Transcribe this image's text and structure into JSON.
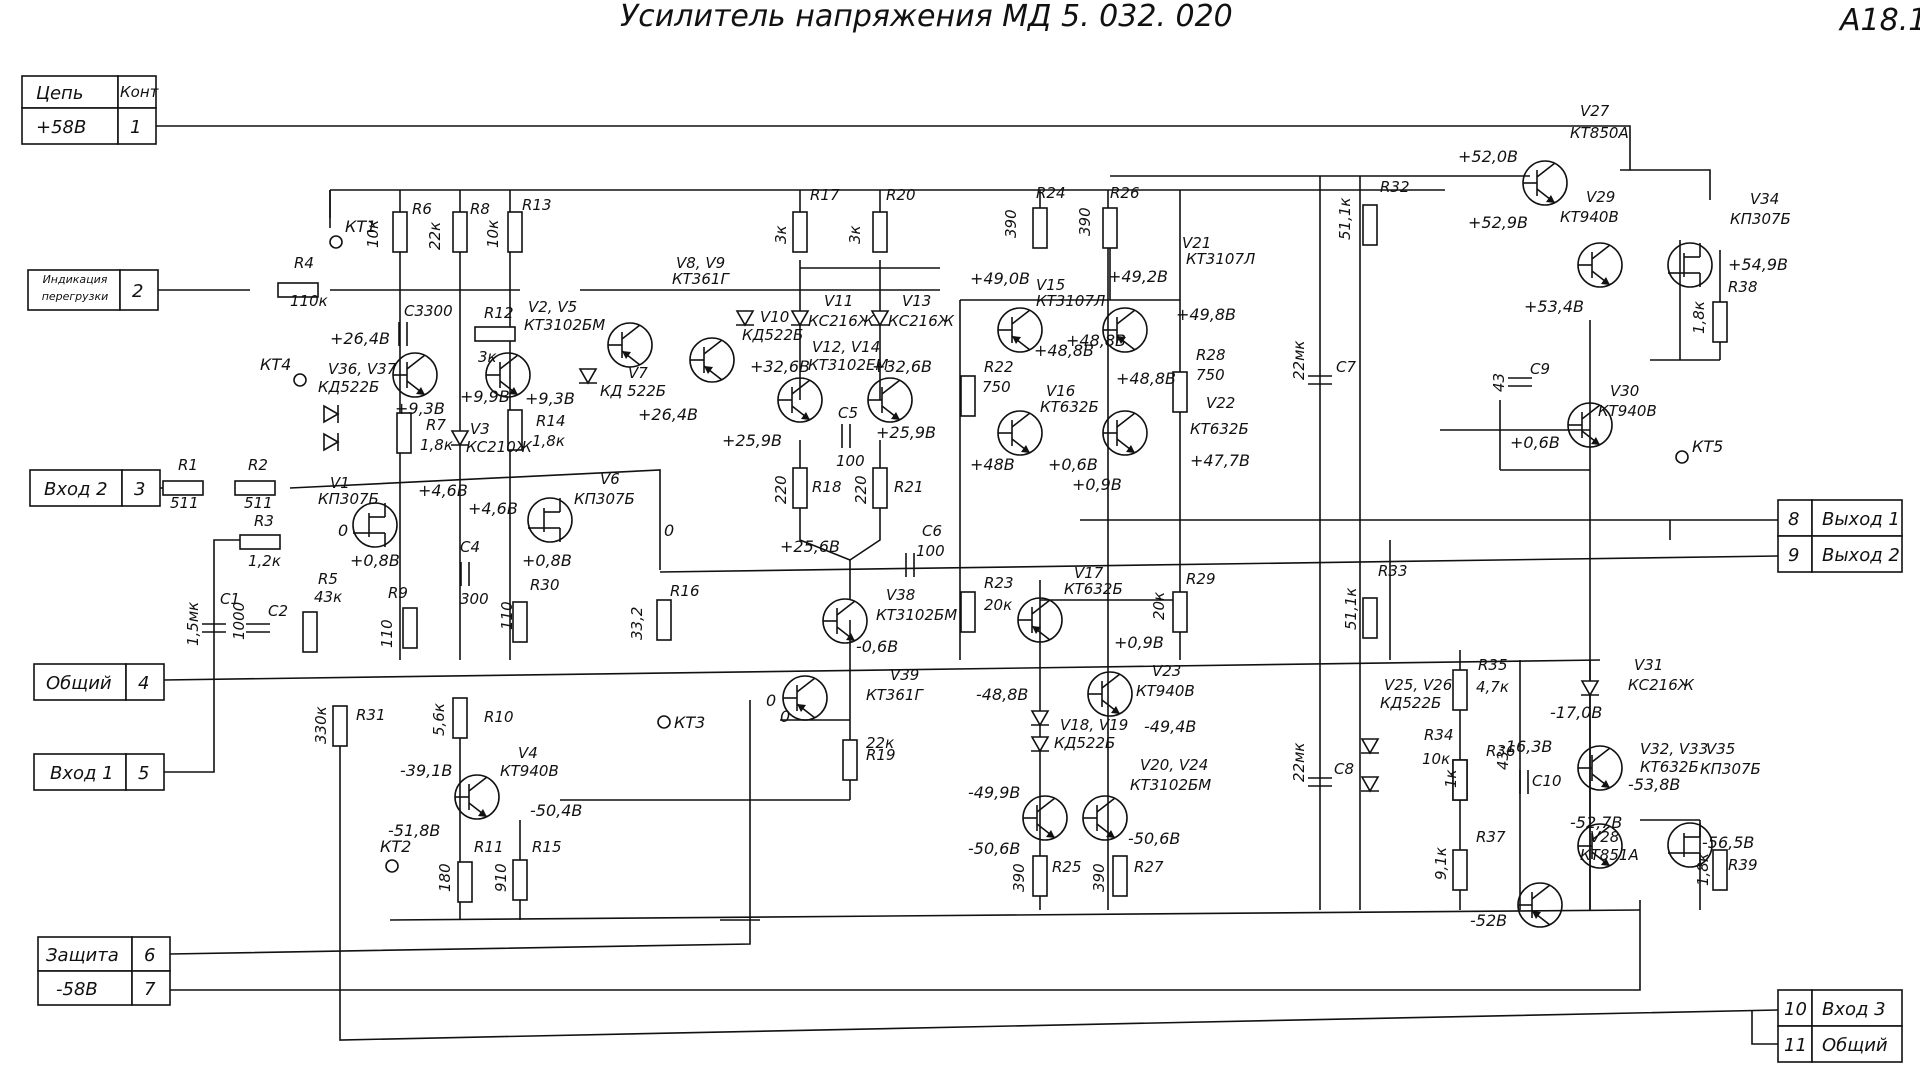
{
  "title": "Усилитель напряжения   МД 5. 032. 020",
  "sheet": "А18.1",
  "connectors_left": [
    {
      "name": "+58В",
      "pin": "1"
    },
    {
      "name": "Индикация перегрузки",
      "pin": "2"
    },
    {
      "name": "Вход 2",
      "pin": "3"
    },
    {
      "name": "Общий",
      "pin": "4"
    },
    {
      "name": "Вход 1",
      "pin": "5"
    },
    {
      "name": "Защита",
      "pin": "6"
    },
    {
      "name": "-58В",
      "pin": "7"
    }
  ],
  "connectors_right": [
    {
      "name": "Выход 1",
      "pin": "8"
    },
    {
      "name": "Выход 2",
      "pin": "9"
    },
    {
      "name": "Вход 3",
      "pin": "10"
    },
    {
      "name": "Общий",
      "pin": "11"
    }
  ],
  "table_header": {
    "net": "Цепь",
    "pin": "Конт"
  },
  "test_points": [
    "КТ1",
    "КТ2",
    "КТ3",
    "КТ4",
    "КТ5"
  ],
  "resistors": [
    {
      "ref": "R1",
      "value": "511"
    },
    {
      "ref": "R2",
      "value": "511"
    },
    {
      "ref": "R3",
      "value": "1,2к"
    },
    {
      "ref": "R4",
      "value": "110к"
    },
    {
      "ref": "R5",
      "value": "43к"
    },
    {
      "ref": "R6",
      "value": "10к"
    },
    {
      "ref": "R7",
      "value": "1,8к"
    },
    {
      "ref": "R8",
      "value": "22к"
    },
    {
      "ref": "R9",
      "value": "110"
    },
    {
      "ref": "R10",
      "value": "5,6к"
    },
    {
      "ref": "R11",
      "value": "180"
    },
    {
      "ref": "R12",
      "value": "3к"
    },
    {
      "ref": "R13",
      "value": "10к"
    },
    {
      "ref": "R14",
      "value": "1,8к"
    },
    {
      "ref": "R15",
      "value": "910"
    },
    {
      "ref": "R16",
      "value": "33,2"
    },
    {
      "ref": "R17",
      "value": "3к"
    },
    {
      "ref": "R18",
      "value": "220"
    },
    {
      "ref": "R19",
      "value": "22к"
    },
    {
      "ref": "R20",
      "value": "3к"
    },
    {
      "ref": "R21",
      "value": "220"
    },
    {
      "ref": "R22",
      "value": "750"
    },
    {
      "ref": "R23",
      "value": "20к"
    },
    {
      "ref": "R24",
      "value": "390"
    },
    {
      "ref": "R25",
      "value": "390"
    },
    {
      "ref": "R26",
      "value": "390"
    },
    {
      "ref": "R27",
      "value": "390"
    },
    {
      "ref": "R28",
      "value": "750"
    },
    {
      "ref": "R29",
      "value": "20к"
    },
    {
      "ref": "R30",
      "value": "110"
    },
    {
      "ref": "R31",
      "value": "330к"
    },
    {
      "ref": "R32",
      "value": "51,1к"
    },
    {
      "ref": "R33",
      "value": "51,1к"
    },
    {
      "ref": "R34",
      "value": "10к"
    },
    {
      "ref": "R35",
      "value": "4,7к"
    },
    {
      "ref": "R36",
      "value": "1к"
    },
    {
      "ref": "R37",
      "value": "9,1к"
    },
    {
      "ref": "R38",
      "value": "1,8к"
    },
    {
      "ref": "R39",
      "value": "1,8к"
    }
  ],
  "capacitors": [
    {
      "ref": "C1",
      "value": "1,5мк"
    },
    {
      "ref": "C2",
      "value": "1000"
    },
    {
      "ref": "C3",
      "value": "300"
    },
    {
      "ref": "C4",
      "value": "300"
    },
    {
      "ref": "C5",
      "value": "100"
    },
    {
      "ref": "C6",
      "value": "100"
    },
    {
      "ref": "C7",
      "value": "22мк"
    },
    {
      "ref": "C8",
      "value": "22мк"
    },
    {
      "ref": "C9",
      "value": "43"
    },
    {
      "ref": "C10",
      "value": "43"
    }
  ],
  "semiconductors": [
    {
      "ref": "V1",
      "type": "КП307Б"
    },
    {
      "ref": "V2, V5",
      "type": "КТ3102БМ"
    },
    {
      "ref": "V3",
      "type": "КС210Ж"
    },
    {
      "ref": "V4",
      "type": "КТ940В"
    },
    {
      "ref": "V6",
      "type": "КП307Б"
    },
    {
      "ref": "V7",
      "type": "КД 522Б"
    },
    {
      "ref": "V8, V9",
      "type": "КТ361Г"
    },
    {
      "ref": "V10",
      "type": "КД522Б"
    },
    {
      "ref": "V11",
      "type": "КС216Ж"
    },
    {
      "ref": "V12, V14",
      "type": "КТ3102ЕМ"
    },
    {
      "ref": "V13",
      "type": "КС216Ж"
    },
    {
      "ref": "V15",
      "type": "КТ3107Л"
    },
    {
      "ref": "V16",
      "type": "КТ632Б"
    },
    {
      "ref": "V17",
      "type": "КТ632Б"
    },
    {
      "ref": "V18, V19",
      "type": "КД522Б"
    },
    {
      "ref": "V20, V24",
      "type": "КТ3102БМ"
    },
    {
      "ref": "V21",
      "type": "КТ3107Л"
    },
    {
      "ref": "V22",
      "type": "КТ632Б"
    },
    {
      "ref": "V23",
      "type": "КТ940В"
    },
    {
      "ref": "V25, V26",
      "type": "КД522Б"
    },
    {
      "ref": "V27",
      "type": "КТ850А"
    },
    {
      "ref": "V28",
      "type": "КТ851А"
    },
    {
      "ref": "V29",
      "type": "КТ940В"
    },
    {
      "ref": "V30",
      "type": "КТ940В"
    },
    {
      "ref": "V31",
      "type": "КС216Ж"
    },
    {
      "ref": "V32, V33",
      "type": "КТ632Б"
    },
    {
      "ref": "V34",
      "type": "КП307Б"
    },
    {
      "ref": "V35",
      "type": "КП307Б"
    },
    {
      "ref": "V36, V37",
      "type": "КД522Б"
    },
    {
      "ref": "V38",
      "type": "КТ3102БМ"
    },
    {
      "ref": "V39",
      "type": "КТ361Г"
    }
  ],
  "voltages": [
    "+26,4В",
    "+9,3В",
    "+9,9В",
    "+9,3В",
    "+4,6В",
    "+4,6В",
    "+0,8В",
    "+0,8В",
    "0",
    "0",
    "-39,1В",
    "-50,4В",
    "-51,8В",
    "0",
    "+26,4В",
    "+32,6В",
    "+32,6В",
    "+25,9В",
    "+25,9В",
    "+25,6В",
    "-0,6В",
    "0",
    "+49,0В",
    "+49,2В",
    "+48,8В",
    "+48,8В",
    "+48,8В",
    "+49,8В",
    "+48В",
    "+0,6В",
    "+0,9В",
    "+47,7В",
    "+0,9В",
    "-48,8В",
    "-49,4В",
    "-49,9В",
    "-50,6В",
    "-50,6В",
    "+52,0В",
    "+52,9В",
    "+53,4В",
    "+54,9В",
    "+0,6В",
    "-17,0В",
    "-16,3В",
    "-53,8В",
    "-52,7В",
    "-56,5В",
    "-52В"
  ]
}
